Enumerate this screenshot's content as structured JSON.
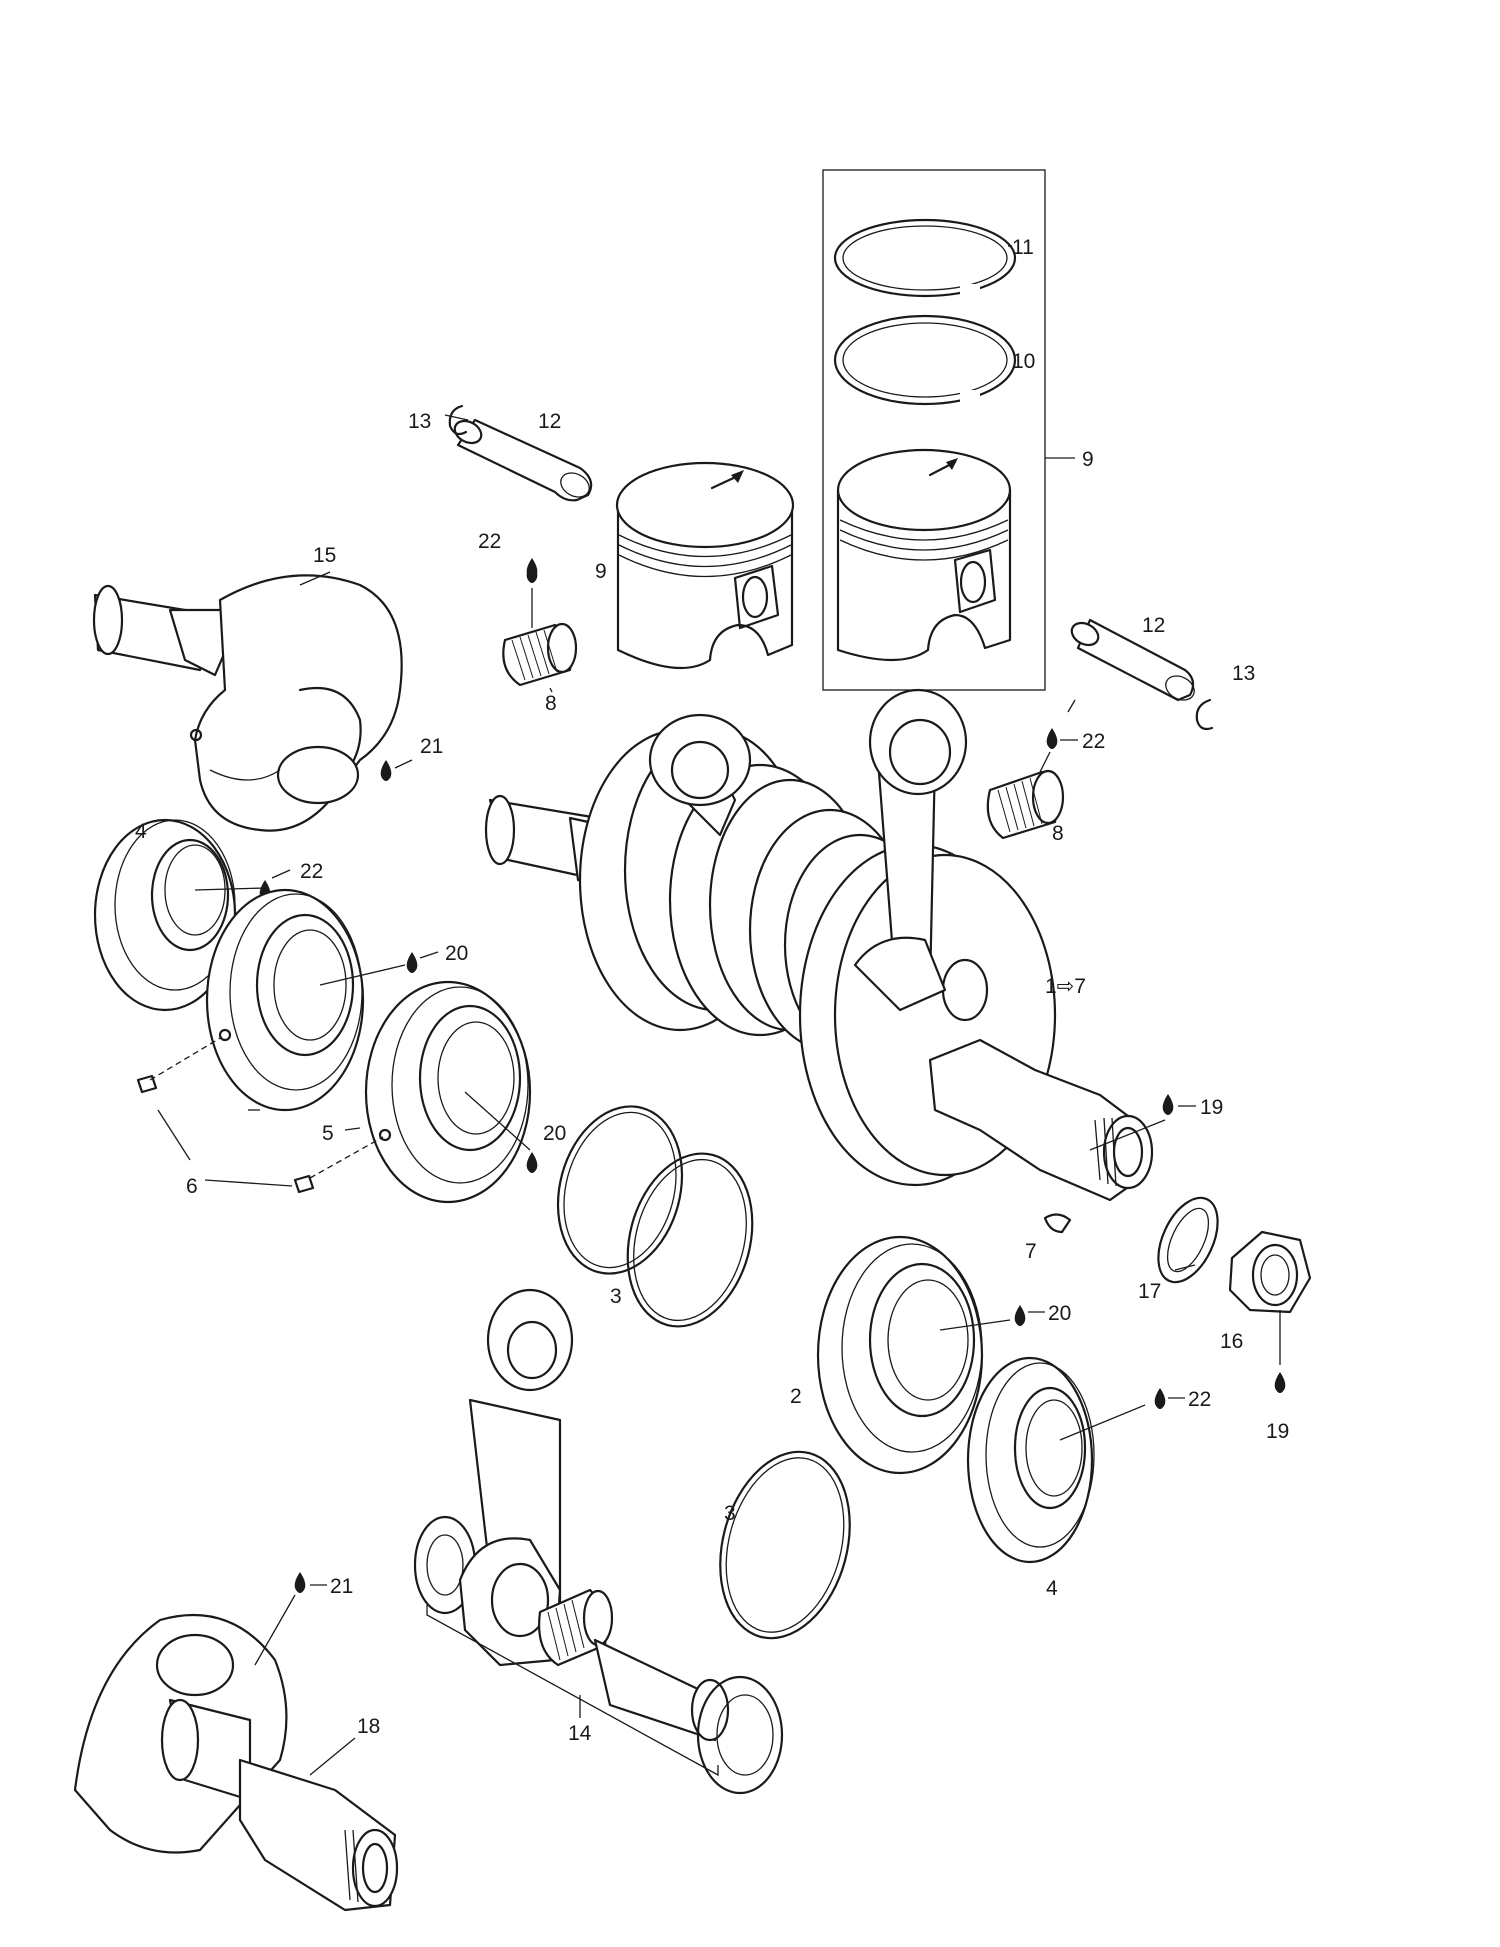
{
  "diagram": {
    "callouts": [
      {
        "id": "c11",
        "label": "11"
      },
      {
        "id": "c10",
        "label": "10"
      },
      {
        "id": "c9a",
        "label": "9"
      },
      {
        "id": "c13a",
        "label": "13"
      },
      {
        "id": "c12a",
        "label": "12"
      },
      {
        "id": "c22a",
        "label": "22"
      },
      {
        "id": "c9b",
        "label": "9"
      },
      {
        "id": "c15",
        "label": "15"
      },
      {
        "id": "c8a",
        "label": "8"
      },
      {
        "id": "c12b",
        "label": "12"
      },
      {
        "id": "c13b",
        "label": "13"
      },
      {
        "id": "c21a",
        "label": "21"
      },
      {
        "id": "c22b",
        "label": "22"
      },
      {
        "id": "c8b",
        "label": "8"
      },
      {
        "id": "c4a",
        "label": "4"
      },
      {
        "id": "c22c",
        "label": "22"
      },
      {
        "id": "c20a",
        "label": "20"
      },
      {
        "id": "c1to7",
        "label": "1⇨7"
      },
      {
        "id": "c5",
        "label": "5"
      },
      {
        "id": "c20b",
        "label": "20"
      },
      {
        "id": "c19a",
        "label": "19"
      },
      {
        "id": "c6",
        "label": "6"
      },
      {
        "id": "c7",
        "label": "7"
      },
      {
        "id": "c17",
        "label": "17"
      },
      {
        "id": "c3a",
        "label": "3"
      },
      {
        "id": "c16",
        "label": "16"
      },
      {
        "id": "c20c",
        "label": "20"
      },
      {
        "id": "c2",
        "label": "2"
      },
      {
        "id": "c22d",
        "label": "22"
      },
      {
        "id": "c19b",
        "label": "19"
      },
      {
        "id": "c3b",
        "label": "3"
      },
      {
        "id": "c4b",
        "label": "4"
      },
      {
        "id": "c21b",
        "label": "21"
      },
      {
        "id": "c18",
        "label": "18"
      },
      {
        "id": "c14",
        "label": "14"
      }
    ]
  }
}
